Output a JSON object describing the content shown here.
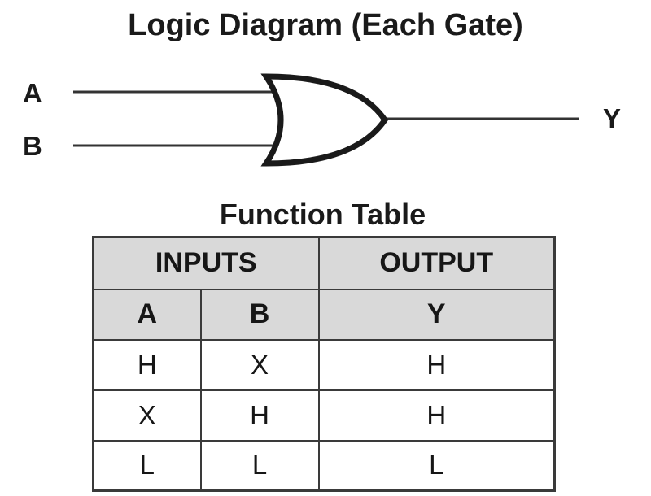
{
  "diagram": {
    "title": "Logic Diagram (Each Gate)",
    "gate_type": "or-gate",
    "input_a": "A",
    "input_b": "B",
    "output": "Y"
  },
  "function_table": {
    "title": "Function Table",
    "group_headers": [
      {
        "label": "INPUTS",
        "colspan": 2
      },
      {
        "label": "OUTPUT",
        "colspan": 1
      }
    ],
    "column_headers": [
      "A",
      "B",
      "Y"
    ],
    "rows": [
      [
        "H",
        "X",
        "H"
      ],
      [
        "X",
        "H",
        "H"
      ],
      [
        "L",
        "L",
        "L"
      ]
    ]
  },
  "colors": {
    "header_bg": "#d9d9d9",
    "border": "#3a3a3a",
    "ink": "#161616",
    "gate_stroke": "#1a1a1a"
  }
}
